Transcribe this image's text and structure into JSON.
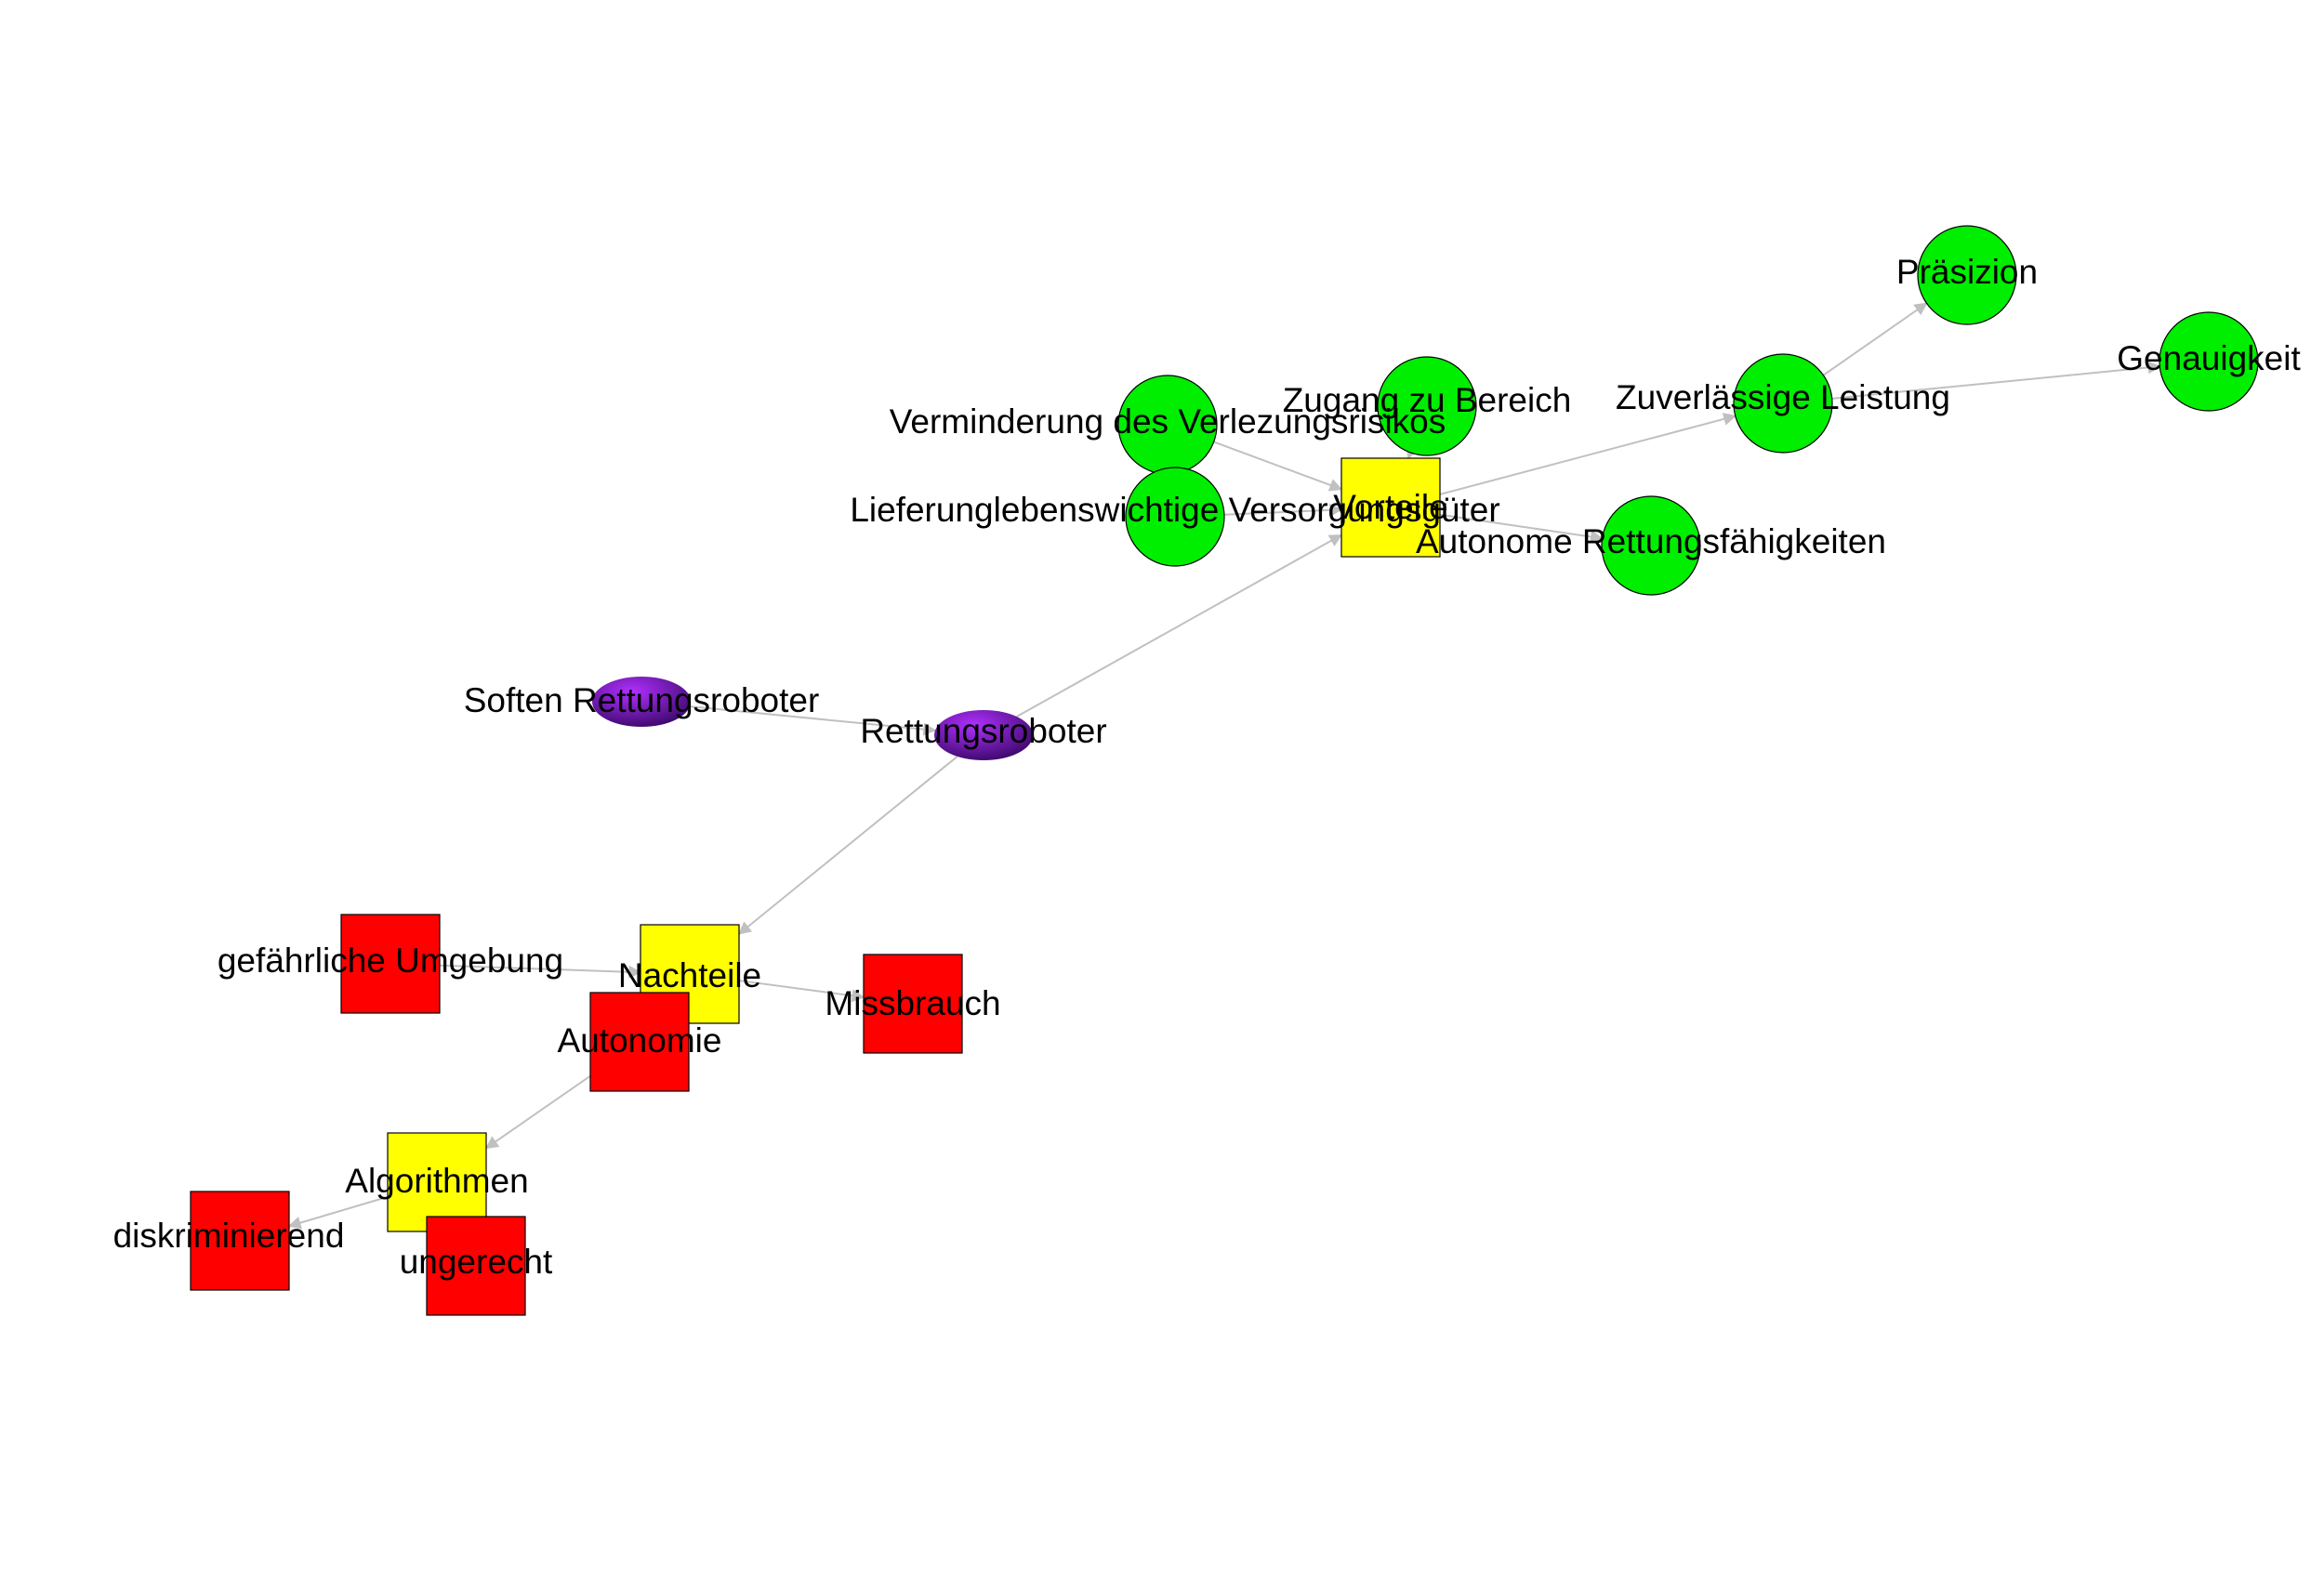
{
  "diagram": {
    "type": "network-graph",
    "colors": {
      "positive": "#00ee00",
      "negative": "#ff0000",
      "category": "#ffff00",
      "root_light": "#9a1aff",
      "root_dark": "#4a0a7a",
      "edge": "#c0c0c0",
      "border": "#000000"
    },
    "nodes": [
      {
        "id": "rettungsroboter",
        "label": "Rettungsroboter",
        "shape": "ellipse-gradient",
        "color": "root"
      },
      {
        "id": "soften",
        "label": "Soften Rettungsroboter",
        "shape": "ellipse-gradient",
        "color": "root"
      },
      {
        "id": "vorteile",
        "label": "Vorteile",
        "shape": "square",
        "color": "category"
      },
      {
        "id": "nachteile",
        "label": "Nachteile",
        "shape": "square",
        "color": "category"
      },
      {
        "id": "algorithmen",
        "label": "Algorithmen",
        "shape": "square",
        "color": "category"
      },
      {
        "id": "verminderung",
        "label": "Verminderung des Verlezungsrisikos",
        "shape": "circle",
        "color": "positive"
      },
      {
        "id": "zugang",
        "label": "Zugang zu  Bereich",
        "shape": "circle",
        "color": "positive"
      },
      {
        "id": "lieferung",
        "label": "Lieferunglebenswichtige Versorgungsgüter",
        "shape": "circle",
        "color": "positive"
      },
      {
        "id": "autonome",
        "label": "Autonome Rettungsfähigkeiten",
        "shape": "circle",
        "color": "positive"
      },
      {
        "id": "zuverlaessig",
        "label": "Zuverlässige Leistung",
        "shape": "circle",
        "color": "positive"
      },
      {
        "id": "praezision",
        "label": "Präsizion",
        "shape": "circle",
        "color": "positive"
      },
      {
        "id": "genauigkeit",
        "label": "Genauigkeit",
        "shape": "circle",
        "color": "positive"
      },
      {
        "id": "gefaehrlich",
        "label": "gefährliche Umgebung",
        "shape": "square",
        "color": "negative"
      },
      {
        "id": "missbrauch",
        "label": "Missbrauch",
        "shape": "square",
        "color": "negative"
      },
      {
        "id": "autonomie",
        "label": "Autonomie",
        "shape": "square",
        "color": "negative"
      },
      {
        "id": "diskriminierend",
        "label": "diskriminierend",
        "shape": "square",
        "color": "negative"
      },
      {
        "id": "ungerecht",
        "label": "ungerecht",
        "shape": "square",
        "color": "negative"
      }
    ],
    "edges": [
      {
        "from": "soften",
        "to": "rettungsroboter"
      },
      {
        "from": "rettungsroboter",
        "to": "vorteile"
      },
      {
        "from": "rettungsroboter",
        "to": "nachteile"
      },
      {
        "from": "verminderung",
        "to": "vorteile"
      },
      {
        "from": "zugang",
        "to": "vorteile"
      },
      {
        "from": "lieferung",
        "to": "vorteile"
      },
      {
        "from": "vorteile",
        "to": "autonome"
      },
      {
        "from": "vorteile",
        "to": "zuverlaessig"
      },
      {
        "from": "zuverlaessig",
        "to": "praezision"
      },
      {
        "from": "zuverlaessig",
        "to": "genauigkeit"
      },
      {
        "from": "gefaehrlich",
        "to": "nachteile"
      },
      {
        "from": "nachteile",
        "to": "missbrauch"
      },
      {
        "from": "nachteile",
        "to": "autonomie"
      },
      {
        "from": "autonomie",
        "to": "algorithmen"
      },
      {
        "from": "algorithmen",
        "to": "diskriminierend"
      },
      {
        "from": "algorithmen",
        "to": "ungerecht"
      }
    ]
  }
}
